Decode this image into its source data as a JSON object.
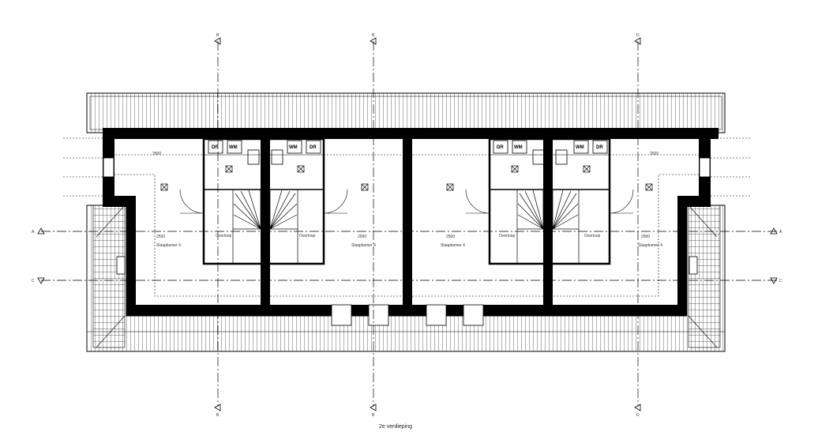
{
  "drawing": {
    "caption": "2e verdieping",
    "grid_labels": {
      "horizontal": [
        "A",
        "C"
      ],
      "vertical": [
        "B",
        "B",
        "D"
      ]
    },
    "rooms": {
      "bedroom": "Slaapkamer 4",
      "landing": "Overloop"
    },
    "fixtures": {
      "dryer": "DR",
      "washer": "WM"
    },
    "dimension": "2500",
    "colors": {
      "line": "#000000",
      "background": "#ffffff"
    }
  }
}
